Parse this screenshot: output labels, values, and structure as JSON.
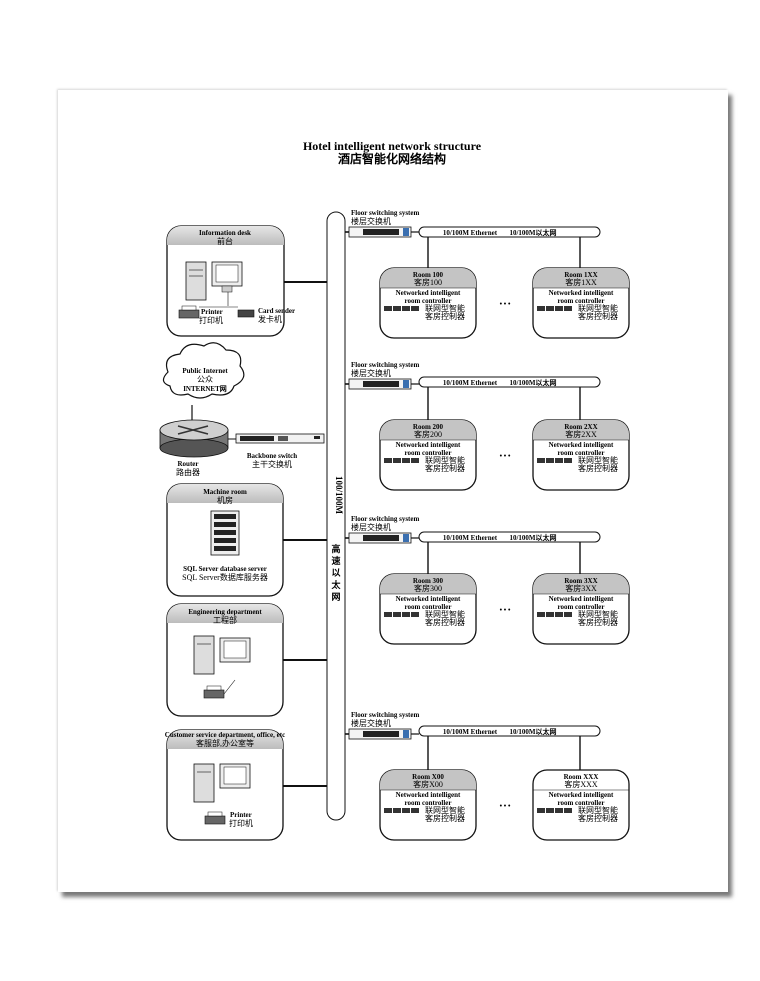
{
  "title": {
    "en": "Hotel intelligent network structure",
    "zh": "酒店智能化网络结构"
  },
  "backbone": {
    "label_digits": "100/100M",
    "label_zh": "高速以太网"
  },
  "left": {
    "info_desk": {
      "en": "Information desk",
      "zh": "前台",
      "printer_en": "Printer",
      "printer_zh": "打印机",
      "card_en": "Card sender",
      "card_zh": "发卡机"
    },
    "internet": {
      "en": "Public Internet",
      "zh1": "公众",
      "zh2": "INTERNET网"
    },
    "router": {
      "en": "Router",
      "zh": "路由器"
    },
    "backbone_switch": {
      "en": "Backbone switch",
      "zh": "主干交换机"
    },
    "machine_room": {
      "en": "Machine room",
      "zh": "机房",
      "server_en": "SQL Server database server",
      "server_zh": "SQL Server数据库服务器"
    },
    "engineering": {
      "en": "Engineering department",
      "zh": "工程部"
    },
    "customer": {
      "en": "Customer service department, office, etc",
      "zh": "客服部,办公室等",
      "printer_en": "Printer",
      "printer_zh": "打印机"
    }
  },
  "floor_common": {
    "switch_en": "Floor switching system",
    "switch_zh": "楼层交换机",
    "eth_en": "10/100M Ethernet",
    "eth_zh": "10/100M以太网",
    "ctrl_en1": "Networked intelligent",
    "ctrl_en2": "room controller",
    "ctrl_zh1": "联网型智能",
    "ctrl_zh2": "客房控制器",
    "dots": "• • •"
  },
  "floors": [
    {
      "room_a_en": "Room 100",
      "room_a_zh": "客房100",
      "room_b_en": "Room 1XX",
      "room_b_zh": "客房1XX"
    },
    {
      "room_a_en": "Room 200",
      "room_a_zh": "客房200",
      "room_b_en": "Room 2XX",
      "room_b_zh": "客房2XX"
    },
    {
      "room_a_en": "Room 300",
      "room_a_zh": "客房300",
      "room_b_en": "Room 3XX",
      "room_b_zh": "客房3XX"
    },
    {
      "room_a_en": "Room X00",
      "room_a_zh": "客房X00",
      "room_b_en": "Room XXX",
      "room_b_zh": "客房XXX"
    }
  ]
}
